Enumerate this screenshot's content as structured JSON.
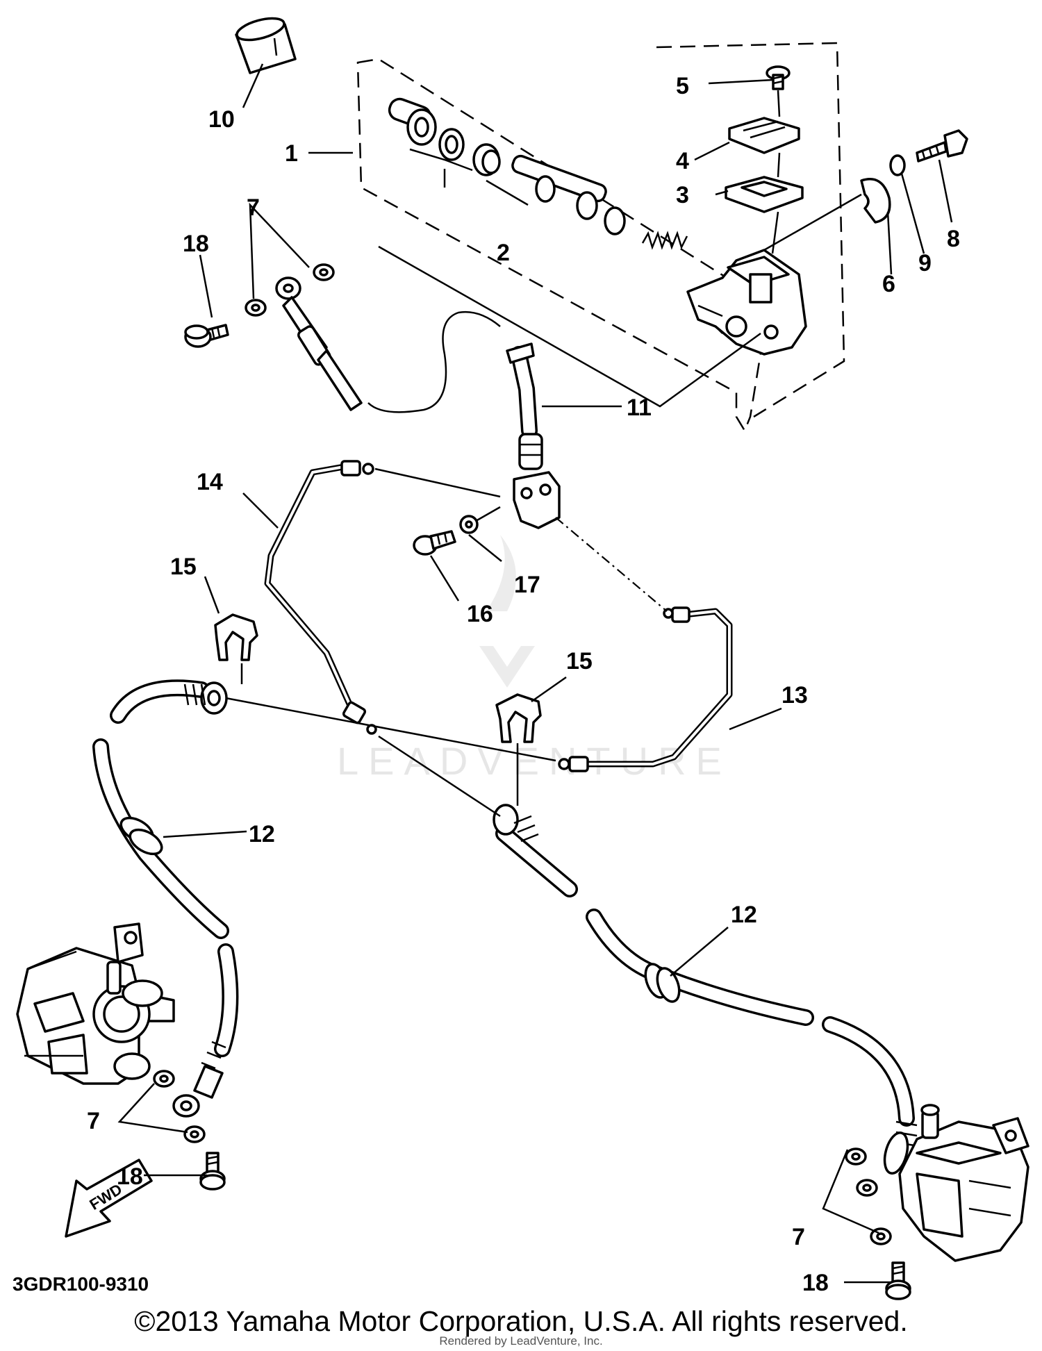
{
  "diagram": {
    "callouts": {
      "c1": "1",
      "c2": "2",
      "c3": "3",
      "c4": "4",
      "c5": "5",
      "c6": "6",
      "c7": "7",
      "c8": "8",
      "c9": "9",
      "c10": "10",
      "c11": "11",
      "c12": "12",
      "c13": "13",
      "c14": "14",
      "c15": "15",
      "c16": "16",
      "c17": "17",
      "c18": "18"
    },
    "part_code": "3GDR100-9310",
    "fwd_label": "FWD",
    "watermark": "LEADVENTURE"
  },
  "footer": {
    "copyright": "©2013 Yamaha Motor Corporation, U.S.A. All rights reserved.",
    "rendered_by": "Rendered by LeadVenture, Inc."
  },
  "colors": {
    "line": "#000000",
    "background": "#ffffff",
    "watermark": "#e6e6e6"
  }
}
